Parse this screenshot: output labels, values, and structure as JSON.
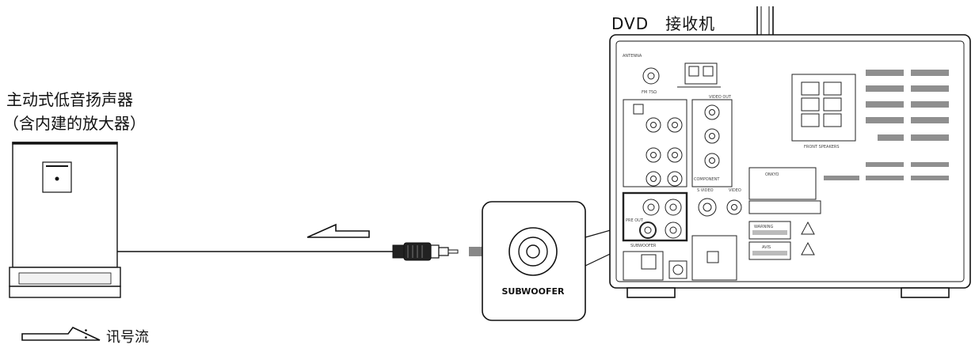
{
  "labels": {
    "receiver": "DVD　接收机",
    "subwoofer_line1": "主动式低音扬声器",
    "subwoofer_line2": "（含内建的放大器）",
    "legend": "讯号流",
    "legend_colon": "："
  },
  "jack": {
    "label": "SUBWOOFER"
  },
  "panel": {
    "antenna": "ANTENNA",
    "fm": "FM 75Ω",
    "video_out": "VIDEO OUT",
    "front_speakers": "FRONT SPEAKERS",
    "pre_out": "PRE OUT",
    "subwoofer": "SUBWOOFER",
    "component": "COMPONENT",
    "s_video": "S VIDEO",
    "video": "VIDEO",
    "warning": "WARNING",
    "avis": "AVIS",
    "brand": "ONKYO"
  },
  "colors": {
    "line": "#111111",
    "arrow_fill": "#888888",
    "bar_gray": "#8f8f8f",
    "panel_gray": "#c8c8c8"
  }
}
